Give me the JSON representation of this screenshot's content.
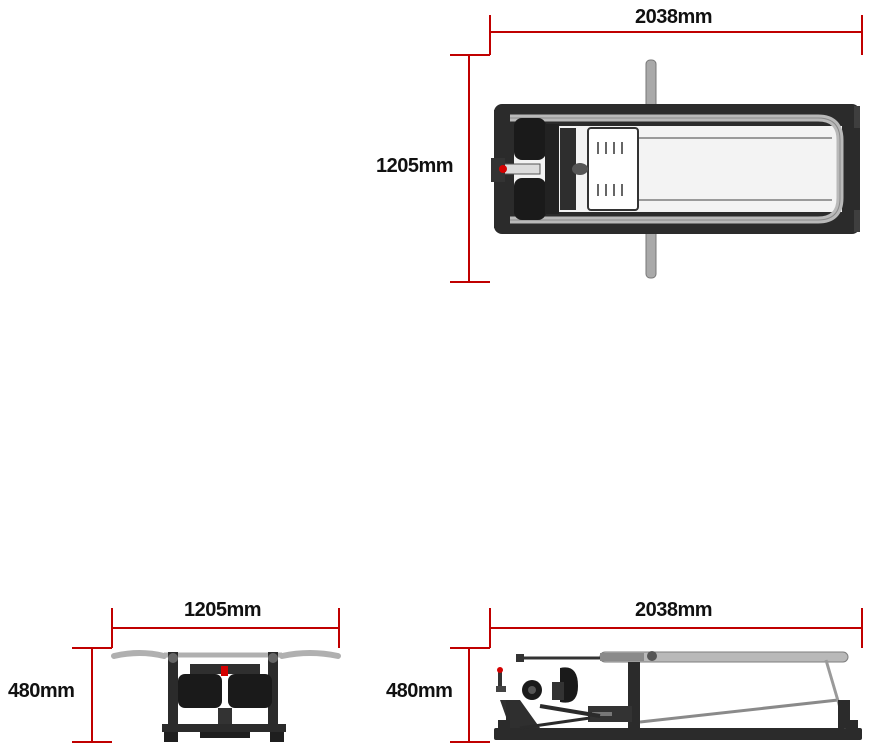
{
  "top_view": {
    "width_label": "2038mm",
    "depth_label": "1205mm"
  },
  "front_view": {
    "width_label": "1205mm",
    "height_label": "480mm"
  },
  "side_view": {
    "length_label": "2038mm",
    "height_label": "480mm"
  },
  "colors": {
    "dimension_line": "#c00000",
    "frame": "#2b2b2b",
    "rail": "#b9b9b9",
    "pad": "#1a1a1a",
    "accent": "#d40000"
  }
}
